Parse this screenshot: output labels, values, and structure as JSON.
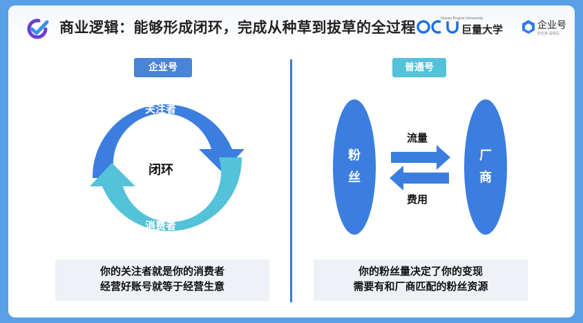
{
  "header": {
    "title": "商业逻辑：能够形成闭环，完成从种草到拔草的全过程",
    "brand_small": "Ocean Engine University",
    "brand_juliang": "巨量大学",
    "brand_qiyehao": "企业号",
    "brand_qy_sub": "好生意 看得见"
  },
  "left": {
    "tag": "企业号",
    "cycle_top": "关注者",
    "cycle_center": "闭环",
    "cycle_bottom": "消费者",
    "caption_line1": "你的关注者就是你的消费者",
    "caption_line2": "经营好账号就等于经营生意"
  },
  "right": {
    "tag": "普通号",
    "left_ellipse": [
      "粉",
      "丝"
    ],
    "right_ellipse": [
      "厂",
      "商"
    ],
    "flow": "流量",
    "fee": "费用",
    "caption_line1": "你的粉丝量决定了你的变现",
    "caption_line2": "需要有和厂商匹配的粉丝资源"
  },
  "colors": {
    "blue": "#3b7ee0",
    "cyan": "#54c2d8",
    "divider": "#3a78d8"
  }
}
